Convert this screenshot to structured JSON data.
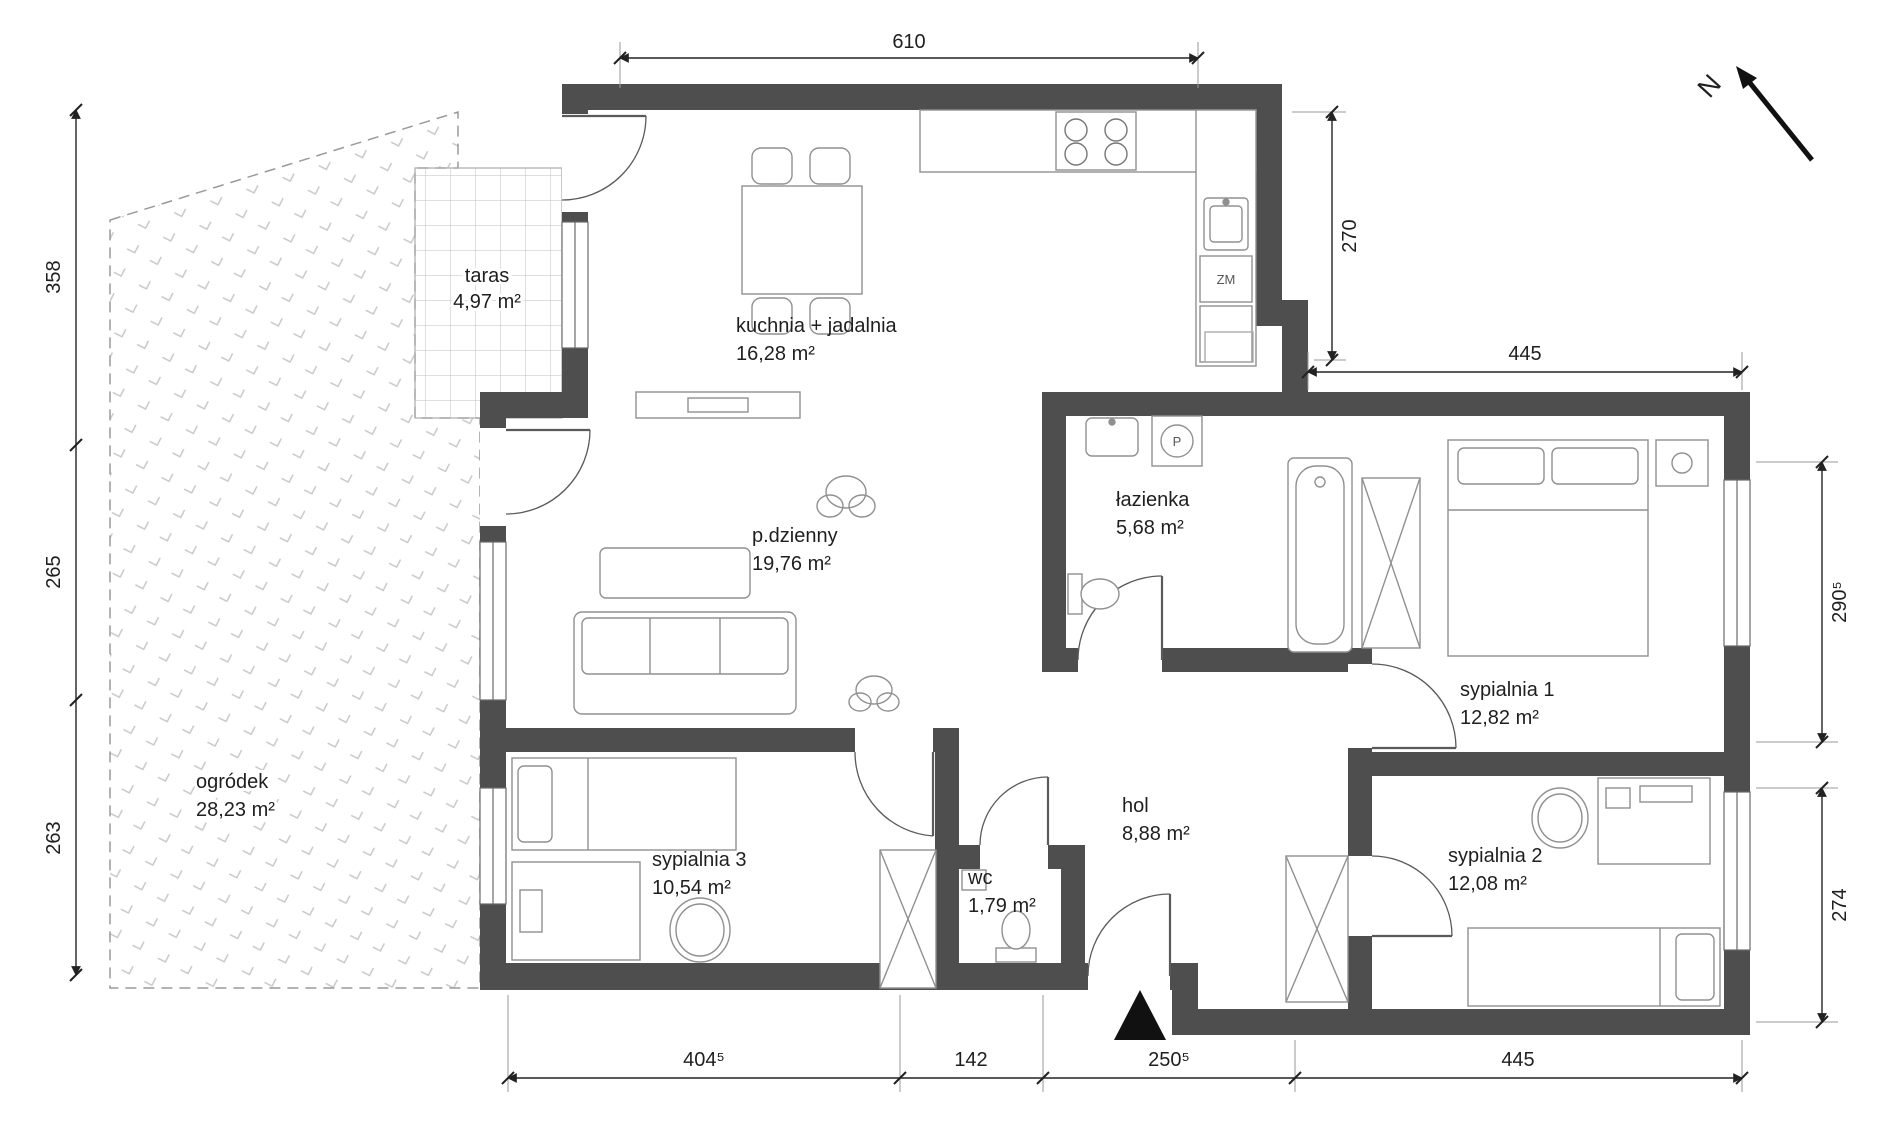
{
  "plan": {
    "north_label": "N",
    "rooms": [
      {
        "id": "taras",
        "name": "taras",
        "area": "4,97 m²"
      },
      {
        "id": "kuchnia",
        "name": "kuchnia + jadalnia",
        "area": "16,28 m²"
      },
      {
        "id": "dzienny",
        "name": "p.dzienny",
        "area": "19,76 m²"
      },
      {
        "id": "lazienka",
        "name": "łazienka",
        "area": "5,68 m²"
      },
      {
        "id": "sypialnia1",
        "name": "sypialnia 1",
        "area": "12,82 m²"
      },
      {
        "id": "sypialnia2",
        "name": "sypialnia 2",
        "area": "12,08 m²"
      },
      {
        "id": "sypialnia3",
        "name": "sypialnia 3",
        "area": "10,54 m²"
      },
      {
        "id": "wc",
        "name": "wc",
        "area": "1,79 m²"
      },
      {
        "id": "hol",
        "name": "hol",
        "area": "8,88 m²"
      },
      {
        "id": "ogrodek",
        "name": "ogródek",
        "area": "28,23 m²"
      }
    ],
    "fixtures": {
      "dishwasher": "ZM",
      "washing_machine": "P"
    },
    "dimensions_cm": {
      "top": [
        "610"
      ],
      "left": [
        "358",
        "265",
        "263"
      ],
      "right": [
        "270",
        "445",
        "290⁵",
        "274"
      ],
      "bottom": [
        "404⁵",
        "142",
        "250⁵",
        "445"
      ]
    },
    "colors": {
      "wall": "#4e4e4e",
      "text": "#1f1f1f",
      "furniture": "#909090",
      "pattern": "#c7c7c7"
    }
  }
}
